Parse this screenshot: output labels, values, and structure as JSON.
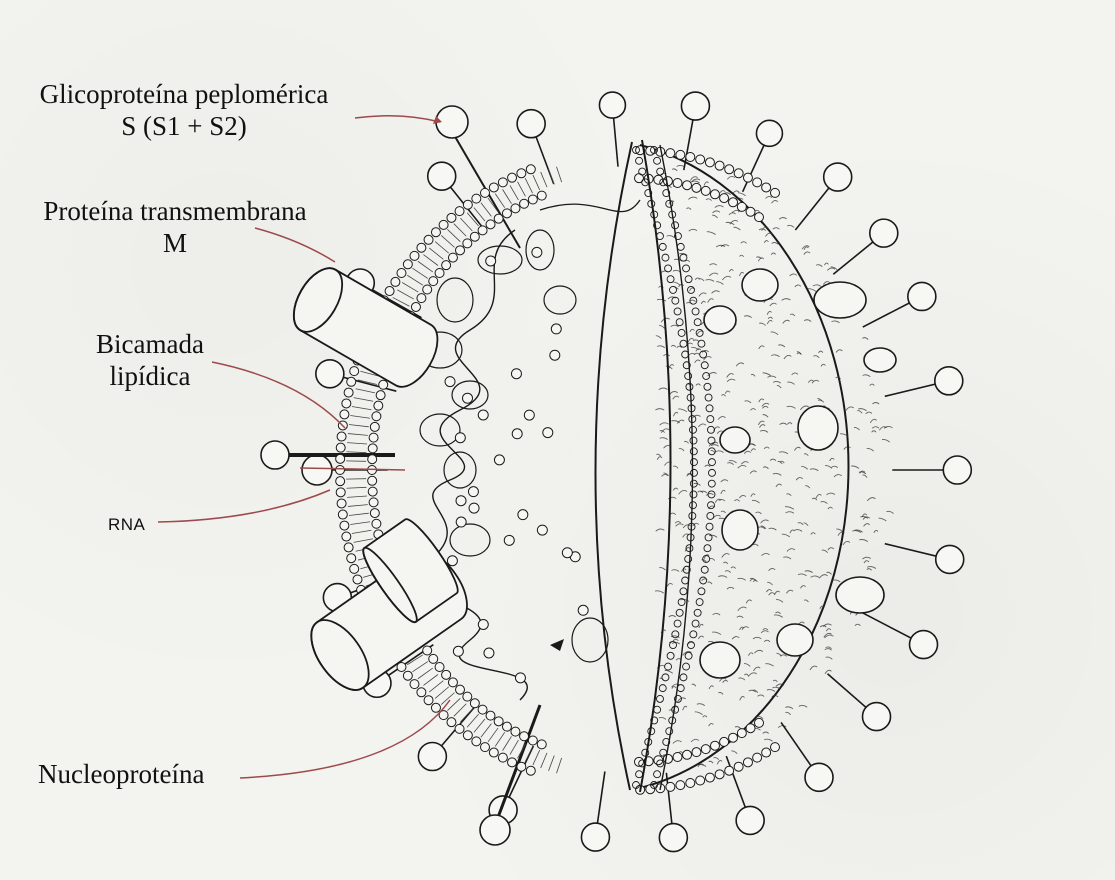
{
  "labels": {
    "spike_line1": "Glicoproteína peplomérica",
    "spike_line2": "S (S1 + S2)",
    "membrane_protein_line1": "Proteína transmembrana",
    "membrane_protein_line2": "M",
    "bilayer_line1": "Bicamada",
    "bilayer_line2": "lipídica",
    "rna": "RNA",
    "nucleoprotein": "Nucleoproteína"
  },
  "colors": {
    "ink": "#1a1a1a",
    "leader_line": "#9c4a4a",
    "background": "#f3f3ef"
  }
}
